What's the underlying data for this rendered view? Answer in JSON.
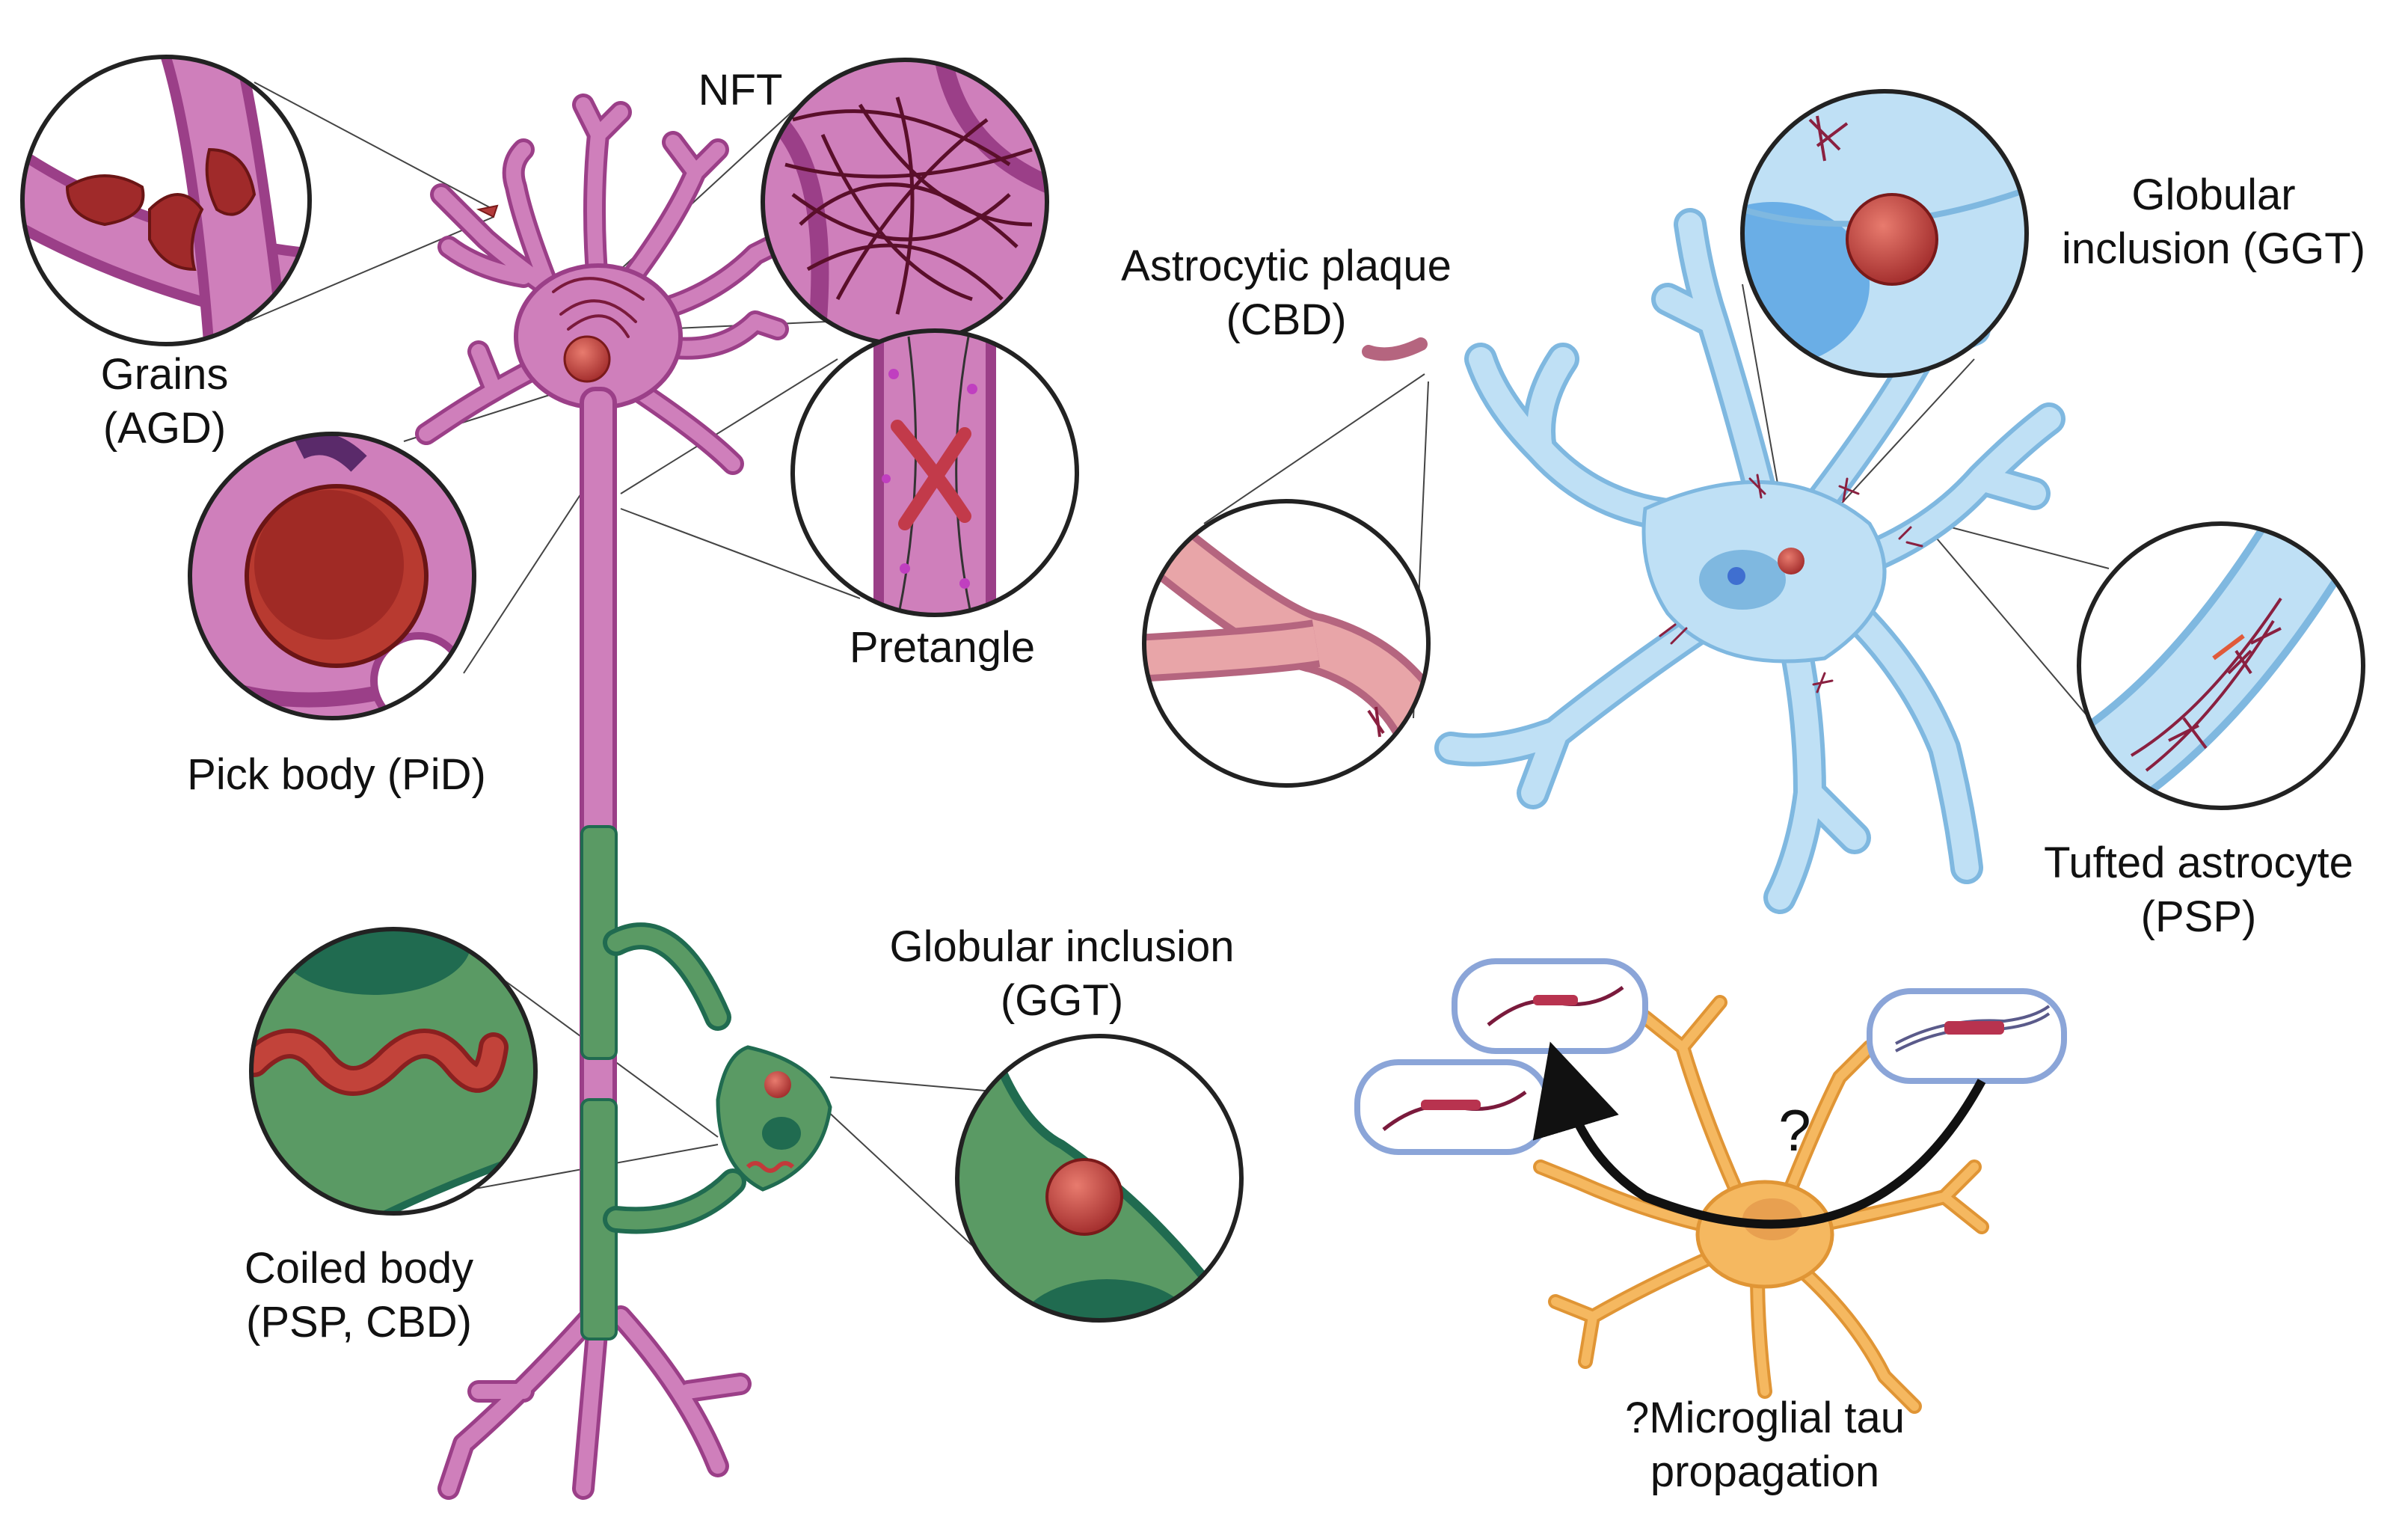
{
  "labels": {
    "nft": "NFT",
    "grains": {
      "line1": "Grains",
      "line2": "(AGD)"
    },
    "pick_body": "Pick body (PiD)",
    "pretangle": "Pretangle",
    "astrocytic_plaque": {
      "line1": "Astrocytic plaque",
      "line2": "(CBD)"
    },
    "globular_inclusion_astro": {
      "line1": "Globular",
      "line2": "inclusion (GGT)"
    },
    "tufted_astrocyte": {
      "line1": "Tufted astrocyte",
      "line2": "(PSP)"
    },
    "globular_inclusion_oligo": {
      "line1": "Globular inclusion",
      "line2": "(GGT)"
    },
    "coiled_body": {
      "line1": "Coiled body",
      "line2": "(PSP, CBD)"
    },
    "microglia": {
      "line1": "?Microglial tau",
      "line2": "propagation"
    },
    "question_mark": "?"
  },
  "colors": {
    "neuron": "#cf7fbb",
    "neuron_dark": "#9b3f88",
    "inclusion_red": "#b33a3a",
    "tangle": "#7a1a3c",
    "astrocyte": "#bfe0f5",
    "astrocyte_edge": "#7fb8e0",
    "oligo": "#5a9a64",
    "oligo_dark": "#206b50",
    "microglia": "#f5b860",
    "microglia_edge": "#e09535",
    "vesicle_edge": "#8ba5d8"
  }
}
